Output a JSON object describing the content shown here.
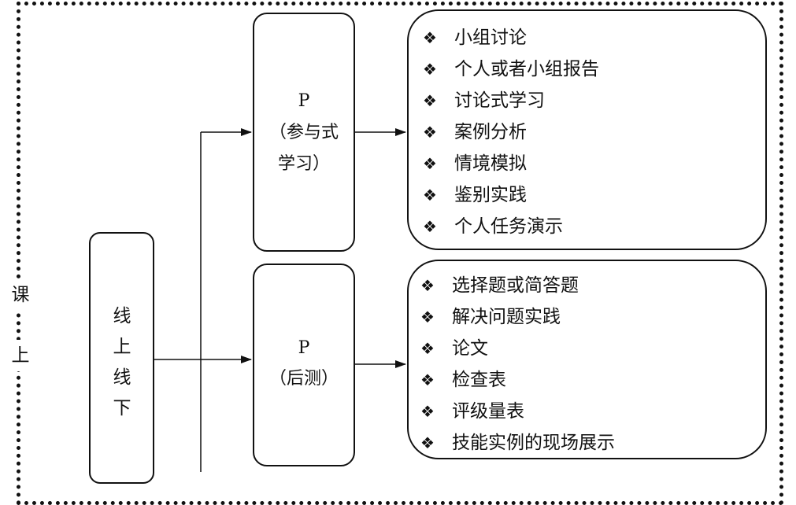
{
  "side_label": [
    "课",
    "上"
  ],
  "hub": {
    "label": "线上线下"
  },
  "participation": {
    "title": "P",
    "subtitle_lines": [
      "（参与式",
      "学习）"
    ],
    "items": [
      "小组讨论",
      "个人或者小组报告",
      "讨论式学习",
      "案例分析",
      "情境模拟",
      "鉴别实践",
      "个人任务演示"
    ]
  },
  "posttest": {
    "title": "P",
    "subtitle_lines": [
      "（后测）"
    ],
    "items": [
      "选择题或简答题",
      "解决问题实践",
      "论文",
      "检查表",
      "评级量表",
      "技能实例的现场展示"
    ]
  },
  "bullet_symbol": "❖"
}
